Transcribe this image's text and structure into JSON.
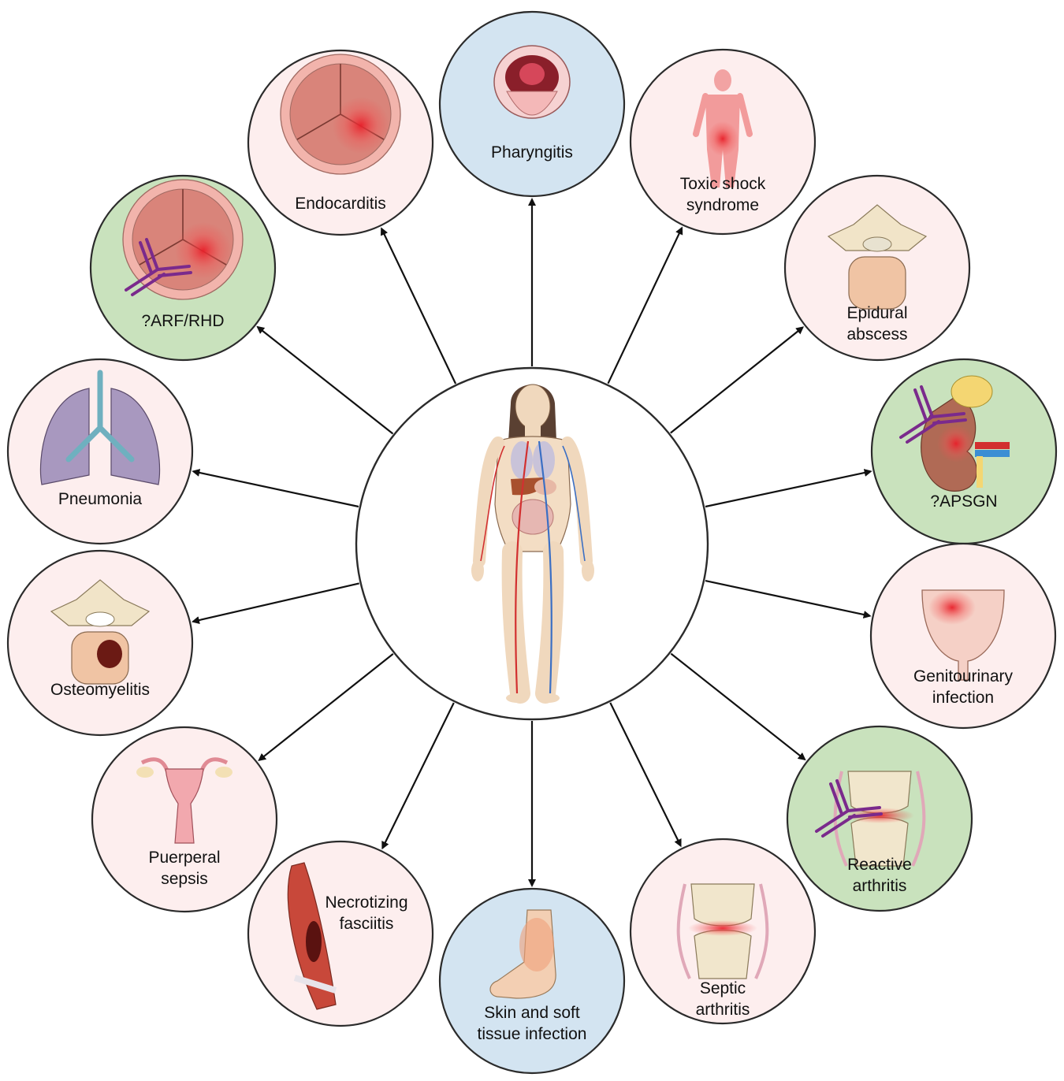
{
  "palette": {
    "pink": "#fdeeee",
    "blue": "#d3e4f1",
    "green": "#c9e2bd",
    "center": "#ffffff",
    "outline": "#2b2b2b",
    "inflammation": "#e8202a",
    "antibody": "#7a2a8c",
    "arrow": "#111111"
  },
  "center": {
    "icon": "human-anatomy-icon"
  },
  "conditions": [
    {
      "id": "pharyngitis",
      "lines": [
        "Pharyngitis"
      ],
      "color": "blue",
      "icon": "open-mouth-icon"
    },
    {
      "id": "toxic-shock-syndrome",
      "lines": [
        "Toxic shock",
        "syndrome"
      ],
      "color": "pink",
      "icon": "body-silhouette-icon"
    },
    {
      "id": "epidural-abscess",
      "lines": [
        "Epidural",
        "abscess"
      ],
      "color": "pink",
      "icon": "vertebra-icon"
    },
    {
      "id": "apsgn",
      "lines": [
        "?APSGN"
      ],
      "color": "green",
      "icon": "kidney-icon",
      "antibody": true
    },
    {
      "id": "genitourinary-infection",
      "lines": [
        "Genitourinary",
        "infection"
      ],
      "color": "pink",
      "icon": "bladder-icon"
    },
    {
      "id": "reactive-arthritis",
      "lines": [
        "Reactive",
        "arthritis"
      ],
      "color": "green",
      "icon": "knee-joint-icon",
      "antibody": true
    },
    {
      "id": "septic-arthritis",
      "lines": [
        "Septic",
        "arthritis"
      ],
      "color": "pink",
      "icon": "knee-joint-icon"
    },
    {
      "id": "skin-soft-tissue-infection",
      "lines": [
        "Skin and soft",
        "tissue infection"
      ],
      "color": "blue",
      "icon": "foot-icon"
    },
    {
      "id": "necrotizing-fasciitis",
      "lines": [
        "Necrotizing",
        "fasciitis"
      ],
      "color": "pink",
      "icon": "muscle-icon"
    },
    {
      "id": "puerperal-sepsis",
      "lines": [
        "Puerperal",
        "sepsis"
      ],
      "color": "pink",
      "icon": "uterus-icon"
    },
    {
      "id": "osteomyelitis",
      "lines": [
        "Osteomyelitis"
      ],
      "color": "pink",
      "icon": "vertebra-lesion-icon"
    },
    {
      "id": "pneumonia",
      "lines": [
        "Pneumonia"
      ],
      "color": "pink",
      "icon": "lungs-icon"
    },
    {
      "id": "arf-rhd",
      "lines": [
        "?ARF/RHD"
      ],
      "color": "green",
      "icon": "heart-valve-icon",
      "antibody": true
    },
    {
      "id": "endocarditis",
      "lines": [
        "Endocarditis"
      ],
      "color": "pink",
      "icon": "heart-valve-icon"
    }
  ]
}
